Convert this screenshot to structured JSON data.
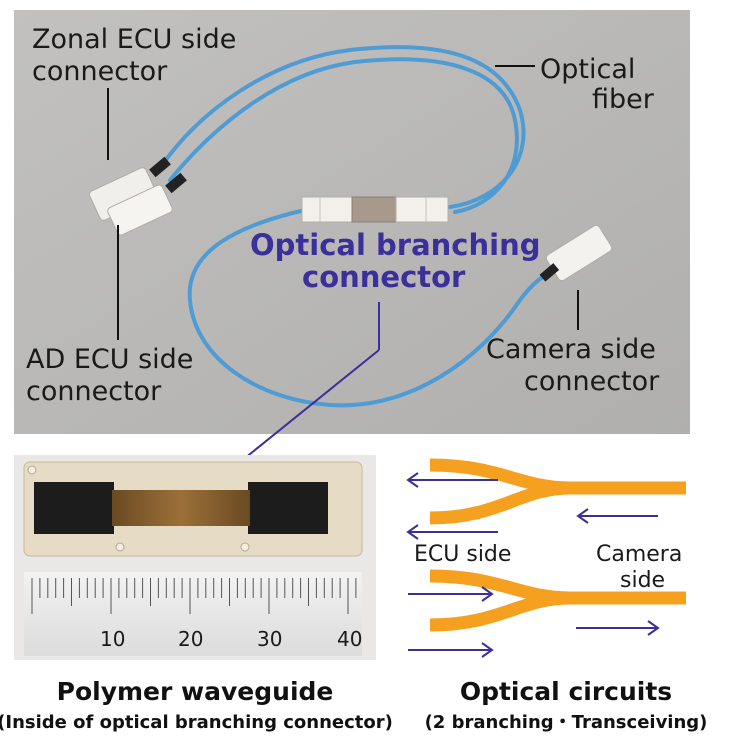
{
  "photo_labels": {
    "zonal_ecu_line1": "Zonal ECU side",
    "zonal_ecu_line2": "connector",
    "optical_fiber_line1": "Optical",
    "optical_fiber_line2": "fiber",
    "branching_line1": "Optical branching",
    "branching_line2": "connector",
    "ad_ecu_line1": "AD ECU side",
    "ad_ecu_line2": "connector",
    "camera_line1": "Camera side",
    "camera_line2": "connector"
  },
  "ruler": {
    "numbers": [
      "10",
      "20",
      "30",
      "40"
    ]
  },
  "circuit_labels": {
    "ecu_side": "ECU side",
    "camera_line1": "Camera",
    "camera_line2": "side"
  },
  "captions": {
    "left_title": "Polymer waveguide",
    "left_sub": "(Inside of optical branching connector)",
    "right_title": "Optical circuits",
    "right_sub": "(2 branching・Transceiving)"
  },
  "colors": {
    "photo_bg": "#b9b8b6",
    "fiber": "#4f9bd4",
    "branch_label": "#3b2f9a",
    "circuit_orange": "#f5a01e",
    "arrow": "#3b2f9a"
  }
}
